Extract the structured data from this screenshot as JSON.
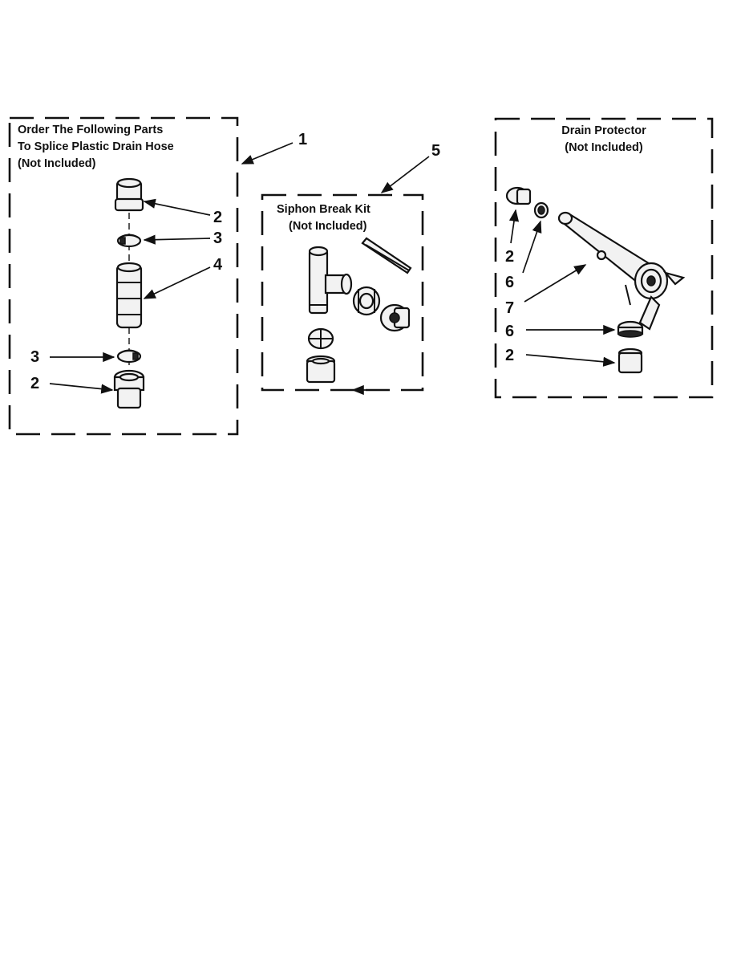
{
  "panels": {
    "splice": {
      "title_line1": "Order The Following Parts",
      "title_line2": "To Splice Plastic Drain Hose",
      "title_line3": "(Not Included)",
      "callout_panel": "1",
      "callouts": [
        "2",
        "3",
        "4",
        "3",
        "2"
      ]
    },
    "siphon": {
      "title_line1": "Siphon Break Kit",
      "title_line2": "(Not Included)",
      "callout_panel": "5"
    },
    "drain_protector": {
      "title_line1": "Drain Protector",
      "title_line2": "(Not Included)",
      "callouts": [
        "2",
        "6",
        "7",
        "6",
        "2"
      ]
    }
  }
}
